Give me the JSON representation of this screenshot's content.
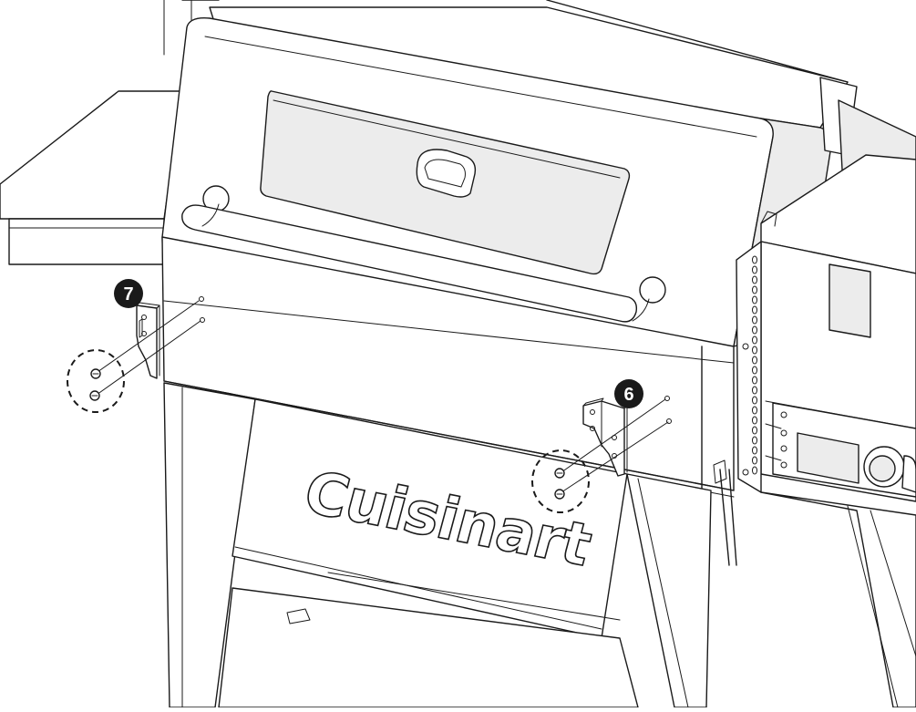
{
  "brand": {
    "logo_text": "Cuisinart"
  },
  "steps": [
    {
      "number": "7"
    },
    {
      "number": "6"
    }
  ]
}
